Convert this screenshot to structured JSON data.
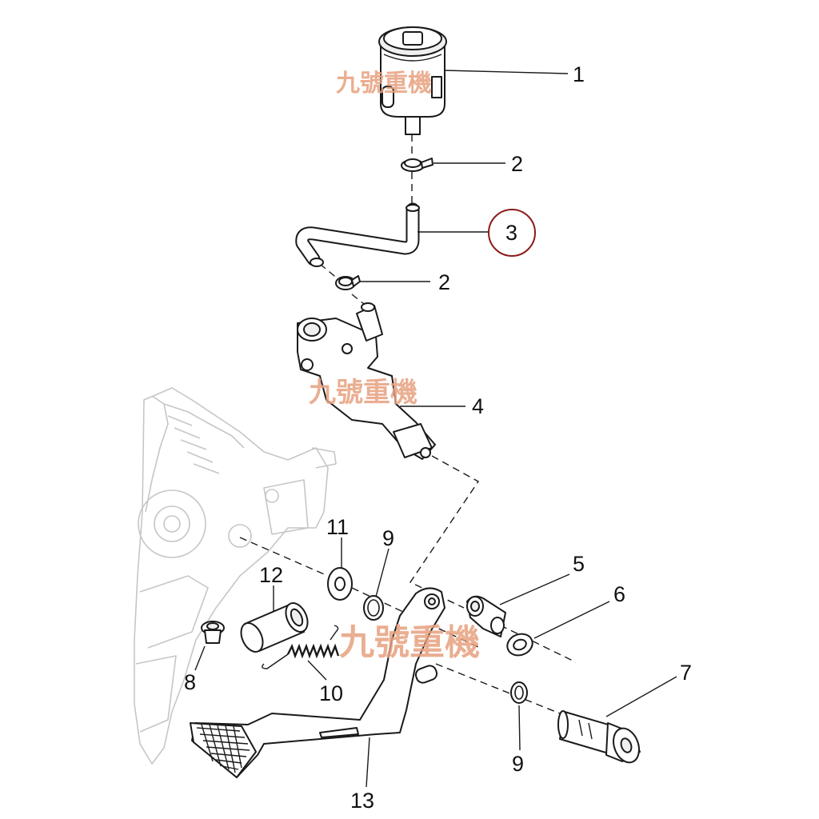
{
  "watermark": {
    "text": "九號重機",
    "color": "#e7a07e"
  },
  "highlight_color": "#8b1a1a",
  "callouts": {
    "c1": "1",
    "c2a": "2",
    "c3": "3",
    "c2b": "2",
    "c4": "4",
    "c5": "5",
    "c6": "6",
    "c7": "7",
    "c8": "8",
    "c9a": "9",
    "c9b": "9",
    "c10": "10",
    "c11": "11",
    "c12": "12",
    "c13": "13"
  }
}
